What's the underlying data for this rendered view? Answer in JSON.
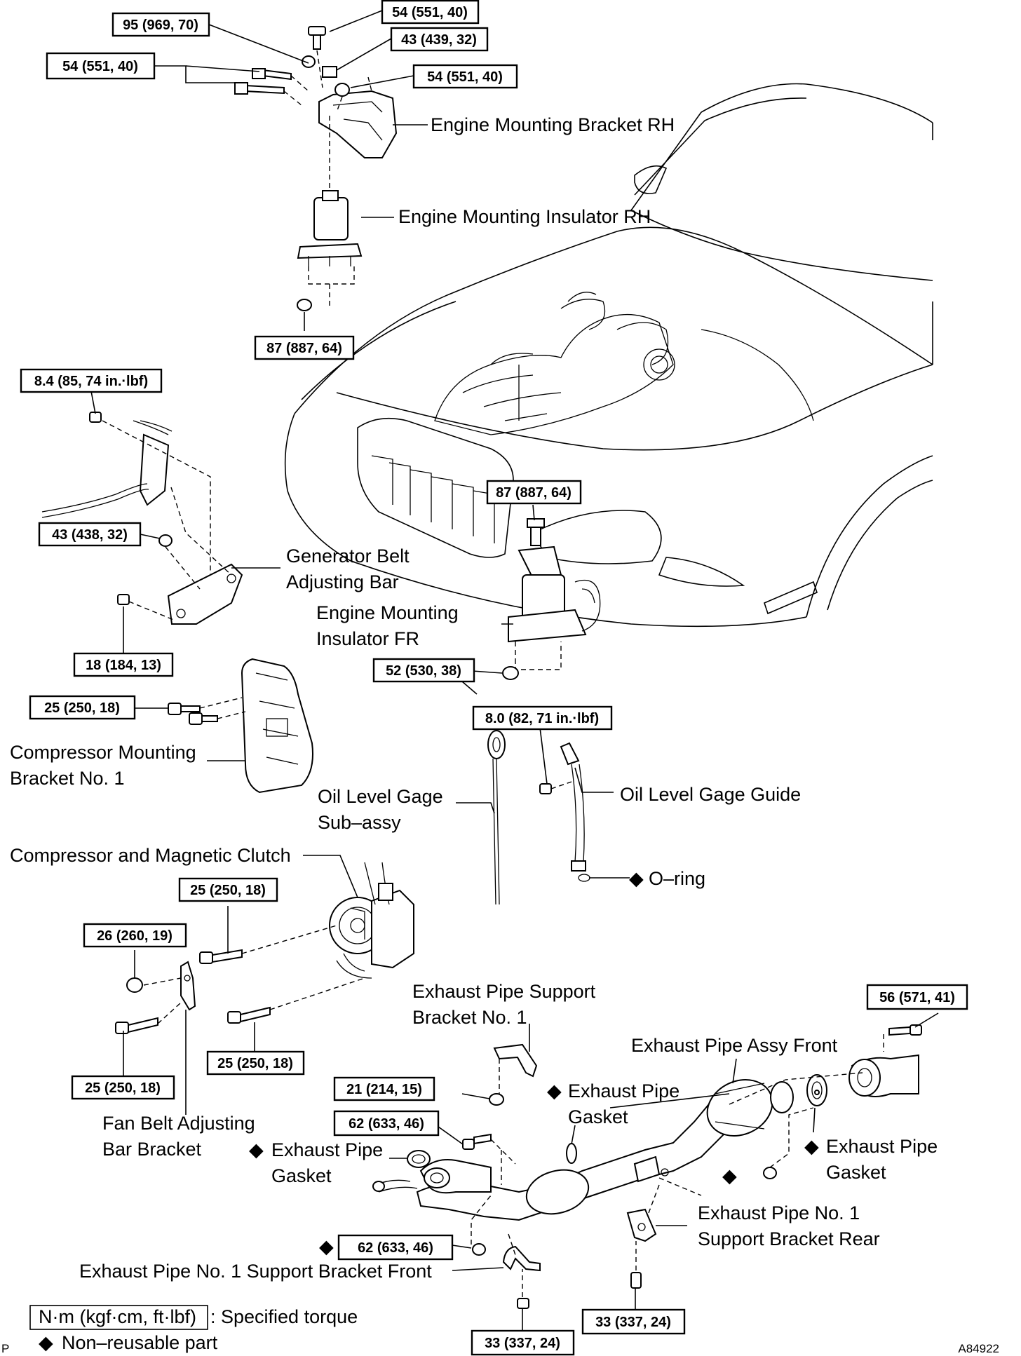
{
  "torque": {
    "t1": "95 (969, 70)",
    "t2": "54 (551, 40)",
    "t3": "43 (439, 32)",
    "t4": "54 (551, 40)",
    "t5": "54 (551, 40)",
    "t6": "87 (887, 64)",
    "t7": "8.4 (85, 74 in.·lbf)",
    "t8": "43 (438, 32)",
    "t9": "18 (184, 13)",
    "t10": "87 (887, 64)",
    "t11": "52 (530, 38)",
    "t12": "25 (250, 18)",
    "t13": "8.0 (82, 71 in.·lbf)",
    "t14": "25 (250, 18)",
    "t15": "26 (260, 19)",
    "t16": "25 (250, 18)",
    "t17": "25 (250, 18)",
    "t18": "56 (571, 41)",
    "t19": "21 (214, 15)",
    "t20": "62 (633, 46)",
    "t21": "62 (633, 46)",
    "t22": "33 (337, 24)",
    "t23": "33 (337, 24)"
  },
  "labels": {
    "engine_mount_bracket_rh": "Engine Mounting Bracket RH",
    "engine_mount_insulator_rh": "Engine Mounting Insulator RH",
    "gen_belt_1": "Generator Belt",
    "gen_belt_2": "Adjusting Bar",
    "emi_fr_1": "Engine Mounting",
    "emi_fr_2": "Insulator FR",
    "comp_mount_1": "Compressor Mounting",
    "comp_mount_2": "Bracket No. 1",
    "oil_gage_1": "Oil Level Gage",
    "oil_gage_2": "Sub–assy",
    "oil_gage_guide": "Oil Level Gage Guide",
    "oring": "O–ring",
    "compressor": "Compressor and Magnetic Clutch",
    "ep_support_1": "Exhaust Pipe Support",
    "ep_support_2": "Bracket No. 1",
    "ep_assy_front": "Exhaust Pipe Assy Front",
    "ep_gasket_a1": "Exhaust Pipe",
    "ep_gasket_a2": "Gasket",
    "ep_gasket_b1": "Exhaust Pipe",
    "ep_gasket_b2": "Gasket",
    "ep_gasket_c1": "Exhaust Pipe",
    "ep_gasket_c2": "Gasket",
    "fan_belt_1": "Fan Belt Adjusting",
    "fan_belt_2": "Bar Bracket",
    "ep_rear_1": "Exhaust Pipe No. 1",
    "ep_rear_2": "Support Bracket Rear",
    "ep_front_support": "Exhaust Pipe No. 1 Support Bracket Front"
  },
  "legend": {
    "unit": "N·m (kgf·cm, ft·lbf)",
    "torque_desc": ": Specified torque",
    "nonreusable": "Non–reusable part"
  },
  "symbol": "◆",
  "corner": {
    "left": "P",
    "right": "A84922"
  }
}
